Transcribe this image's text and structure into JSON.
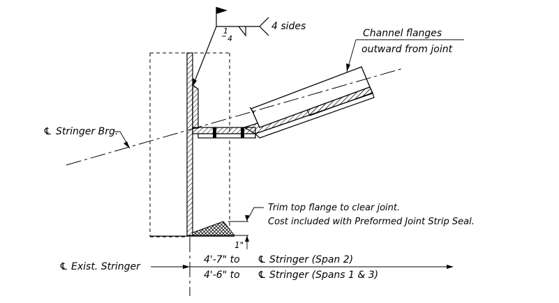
{
  "weld_symbol": {
    "size": "1/4",
    "size_num": "1",
    "size_den": "4",
    "note": "4 sides"
  },
  "labels": {
    "channel_line1": "Channel flanges",
    "channel_line2": "outward from joint",
    "stringer_brg": "Stringer Brg.",
    "trim_line1": "Trim top flange to clear joint.",
    "trim_line2": "Cost included with Preformed Joint Strip Seal.",
    "dim_1in": "1\"",
    "exist_stringer": "Exist. Stringer",
    "dim_span2_prefix": "4'-7\" to",
    "dim_span2_suffix": "Stringer (Span 2)",
    "dim_span13_prefix": "4'-6\" to",
    "dim_span13_suffix": "Stringer (Spans 1 & 3)"
  },
  "symbols": {
    "centerline": "℄"
  }
}
